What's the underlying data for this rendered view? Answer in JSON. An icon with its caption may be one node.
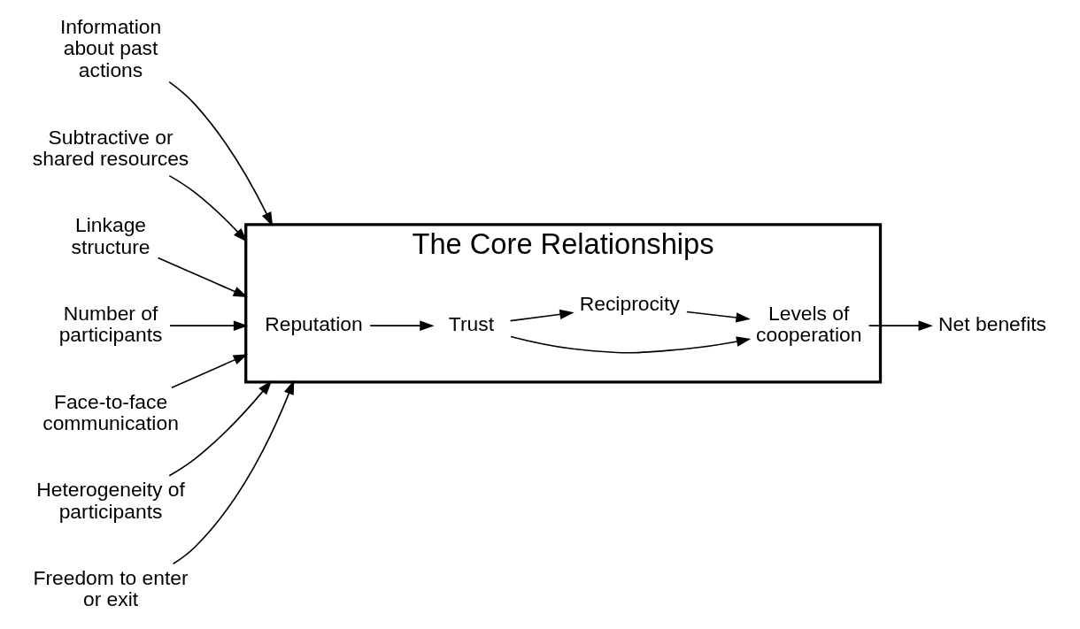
{
  "diagram": {
    "nodes": [
      {
        "text": [
          "The Core Relationships"
        ]
      },
      {
        "text": [
          "Reputation"
        ],
        "in": 0
      },
      {
        "text": [
          "Trust"
        ],
        "in": 0
      },
      {
        "text": [
          "Levels of cooperation"
        ],
        "in": 0
      },
      {
        "text": [
          "Reciprocity"
        ],
        "in": 0
      },
      {
        "text": [
          "Net benefits"
        ]
      },
      {
        "text": [
          "Information about past actions"
        ]
      },
      {
        "text": [
          "Subtractive or shared resources"
        ]
      },
      {
        "text": [
          "Linkage structure"
        ]
      },
      {
        "text": [
          "Number of participants"
        ]
      },
      {
        "text": [
          "Face-to-face communication"
        ]
      },
      {
        "text": [
          "Heterogeneity of participants"
        ]
      },
      {
        "text": [
          "Freedom to enter or exit"
        ]
      }
    ],
    "edges": [
      {
        "from": 1,
        "to": 2,
        "arrow": "to"
      },
      {
        "from": 2,
        "to": 3,
        "arrow": "to"
      },
      {
        "from": 2,
        "to": 4,
        "arrow": "to"
      },
      {
        "from": 4,
        "to": 3,
        "arrow": "to"
      },
      {
        "from": 3,
        "to": 5,
        "arrow": "to"
      },
      {
        "from": 6,
        "to": 0,
        "arrow": "to"
      },
      {
        "from": 7,
        "to": 0,
        "arrow": "to"
      },
      {
        "from": 8,
        "to": 0,
        "arrow": "to"
      },
      {
        "from": 9,
        "to": 0,
        "arrow": "to"
      },
      {
        "from": 10,
        "to": 0,
        "arrow": "to"
      },
      {
        "from": 11,
        "to": 0,
        "arrow": "to"
      },
      {
        "from": 12,
        "to": 0,
        "arrow": "to"
      }
    ]
  }
}
